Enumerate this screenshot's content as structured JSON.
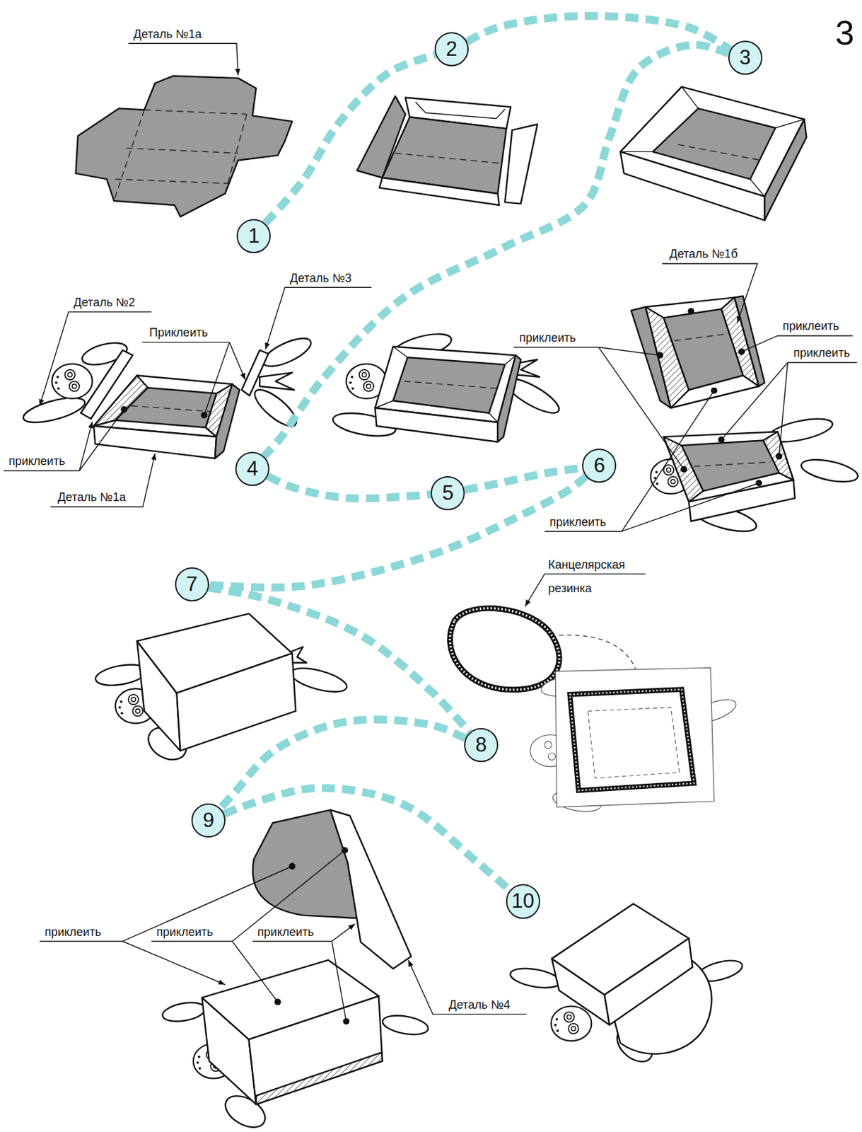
{
  "diagram": {
    "nodes": [
      {
        "text": [
          "1"
        ]
      },
      {
        "text": [
          "2"
        ]
      },
      {
        "text": [
          "3"
        ]
      },
      {
        "text": [
          "4"
        ]
      },
      {
        "text": [
          "5"
        ]
      },
      {
        "text": [
          "6"
        ]
      },
      {
        "text": [
          "7"
        ]
      },
      {
        "text": [
          "8"
        ]
      },
      {
        "text": [
          "9"
        ]
      },
      {
        "text": [
          "10"
        ]
      }
    ],
    "edges": [
      {
        "from": 0,
        "to": 1,
        "arrow": "none"
      },
      {
        "from": 1,
        "to": 2,
        "arrow": "none"
      },
      {
        "from": 2,
        "to": 3,
        "arrow": "none"
      },
      {
        "from": 3,
        "to": 4,
        "arrow": "none"
      },
      {
        "from": 4,
        "to": 5,
        "arrow": "none"
      },
      {
        "from": 5,
        "to": 6,
        "arrow": "none"
      },
      {
        "from": 6,
        "to": 7,
        "arrow": "none"
      },
      {
        "from": 7,
        "to": 8,
        "arrow": "none"
      },
      {
        "from": 8,
        "to": 9,
        "arrow": "none"
      }
    ],
    "labels": [
      "3",
      "Деталь №1а",
      "Деталь №3",
      "Деталь №2",
      "Приклеить",
      "приклеить",
      "Деталь №1а",
      "Деталь №1б",
      "приклеить",
      "приклеить",
      "приклеить",
      "приклеить",
      "Канцелярская резинка",
      "приклеить",
      "приклеить",
      "приклеить",
      "Деталь №4"
    ]
  }
}
